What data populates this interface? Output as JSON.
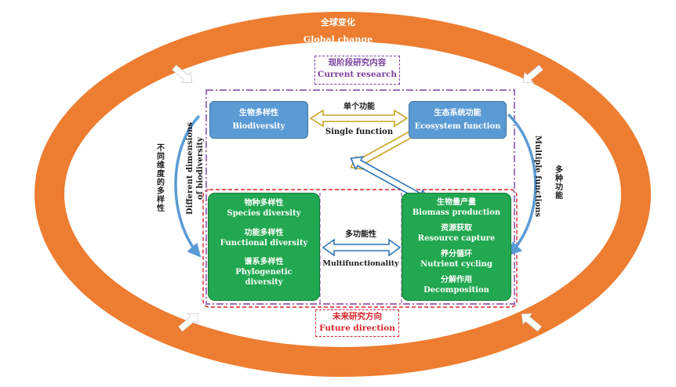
{
  "outer_ring": {
    "label_cn": "全球变化",
    "label_en": "Global change",
    "color": "#ed7d31"
  },
  "current_research": {
    "label_cn": "现阶段研究内容",
    "label_en": "Current research",
    "color": "#7b3f9e"
  },
  "future_direction": {
    "label_cn": "未来研究方向",
    "label_en": "Future direction",
    "color": "#d9232a"
  },
  "biodiversity_box": {
    "label_cn": "生物多样性",
    "label_en": "Biodiversity"
  },
  "ecosystem_function_box": {
    "label_cn": "生态系统功能",
    "label_en": "Ecosystem function"
  },
  "single_function": {
    "label_cn": "单个功能",
    "label_en": "Single function"
  },
  "multifunctionality": {
    "label_cn": "多功能性",
    "label_en": "Multifunctionality"
  },
  "diversity_dimensions": {
    "label_cn": [
      "不",
      "同",
      "维",
      "度",
      "的",
      "多",
      "样",
      "性"
    ],
    "label_en_line1": "Different dimensions",
    "label_en_line2": "of biodiversity"
  },
  "multiple_functions": {
    "label_cn": [
      "多",
      "种",
      "功",
      "能"
    ],
    "label_en": "Multiple functions"
  },
  "diversity_list": [
    {
      "cn": "物种多样性",
      "en": "Species diversity"
    },
    {
      "cn": "功能多样性",
      "en": "Functional diversity"
    },
    {
      "cn": "谱系多样性",
      "en": "Phylogenetic",
      "en2": "diversity"
    }
  ],
  "function_list": [
    {
      "cn": "生物量产量",
      "en": "Biomass production"
    },
    {
      "cn": "资源获取",
      "en": "Resource capture"
    },
    {
      "cn": "养分循环",
      "en": "Nutrient cycling"
    },
    {
      "cn": "分解作用",
      "en": "Decomposition"
    }
  ],
  "colors": {
    "blue_box": "#5b9bd5",
    "green_box": "#21a850",
    "arrow_blue": "#2e75b6",
    "arrow_gold": "#c9a227"
  }
}
